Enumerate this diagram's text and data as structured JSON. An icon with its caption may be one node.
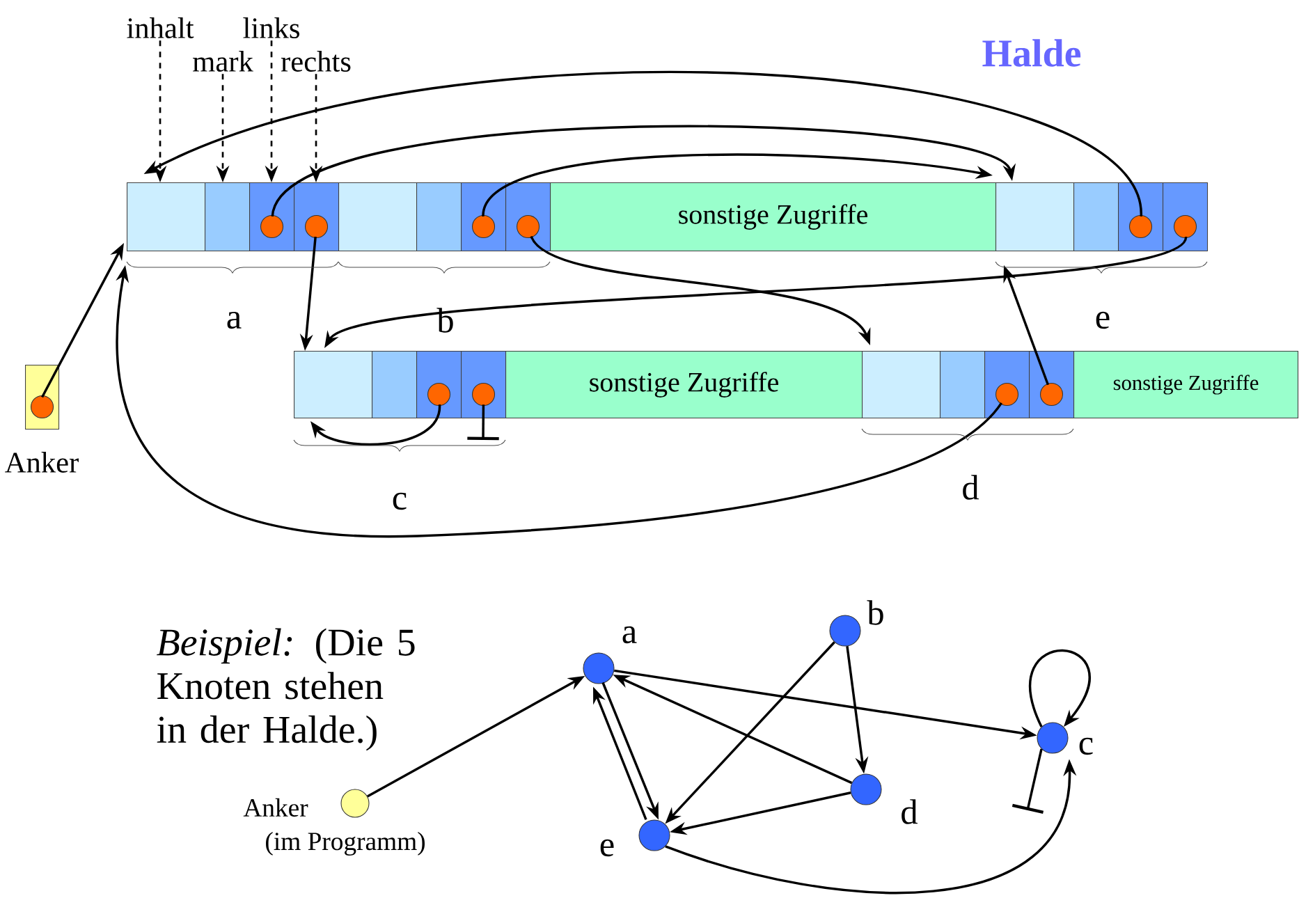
{
  "diagram": {
    "title": "Halde",
    "nodes": [
      {
        "text": [
          "inhalt"
        ]
      },
      {
        "text": [
          "mark"
        ]
      },
      {
        "text": [
          "links"
        ]
      },
      {
        "text": [
          "rechts"
        ]
      },
      {
        "text": [],
        "shape": "box"
      },
      {
        "text": [],
        "shape": "box"
      },
      {
        "text": [],
        "shape": "box"
      },
      {
        "text": [],
        "shape": "box"
      },
      {
        "text": [],
        "shape": "box"
      },
      {
        "text": [],
        "shape": "box"
      },
      {
        "text": [],
        "shape": "box"
      },
      {
        "text": [],
        "shape": "box"
      },
      {
        "text": [
          "sonstige Zugriffe"
        ]
      },
      {
        "text": [],
        "shape": "box"
      },
      {
        "text": [],
        "shape": "box"
      },
      {
        "text": [],
        "shape": "box"
      },
      {
        "text": [],
        "shape": "box"
      },
      {
        "text": [],
        "shape": "box",
        "beside": [
          "Anker"
        ]
      },
      {
        "text": [],
        "shape": "box"
      },
      {
        "text": [],
        "shape": "box"
      },
      {
        "text": [],
        "shape": "box"
      },
      {
        "text": [],
        "shape": "box"
      },
      {
        "text": [
          "sonstige Zugriffe"
        ]
      },
      {
        "text": [],
        "shape": "box"
      },
      {
        "text": [],
        "shape": "box"
      },
      {
        "text": [],
        "shape": "box"
      },
      {
        "text": [],
        "shape": "box"
      },
      {
        "text": [
          "sonstige Zugriffe"
        ]
      },
      {
        "text": [],
        "shape": "circle",
        "beside": [
          "a"
        ]
      },
      {
        "text": [],
        "shape": "circle",
        "beside": [
          "b"
        ]
      },
      {
        "text": [],
        "shape": "circle",
        "beside": [
          "c"
        ]
      },
      {
        "text": [],
        "shape": "circle",
        "beside": [
          "d"
        ]
      },
      {
        "text": [],
        "shape": "circle",
        "beside": [
          "e"
        ]
      },
      {
        "text": [],
        "shape": "circle",
        "beside": [
          "Anker",
          "(im Programm)"
        ]
      }
    ],
    "edges": [
      {
        "from": 0,
        "to": 4,
        "arrow": "to",
        "style": "dashed"
      },
      {
        "from": 1,
        "to": 5,
        "arrow": "to",
        "style": "dashed"
      },
      {
        "from": 2,
        "to": 6,
        "arrow": "to",
        "style": "dashed"
      },
      {
        "from": 3,
        "to": 7,
        "arrow": "to",
        "style": "dashed"
      },
      {
        "from": 6,
        "to": 13,
        "arrow": "to"
      },
      {
        "from": 7,
        "to": 18,
        "arrow": "to"
      },
      {
        "from": 10,
        "to": 13,
        "arrow": "to"
      },
      {
        "from": 11,
        "to": 23,
        "arrow": "to"
      },
      {
        "from": 15,
        "to": 4,
        "arrow": "to"
      },
      {
        "from": 16,
        "to": 18,
        "arrow": "to"
      },
      {
        "from": 20,
        "to": 18,
        "arrow": "to"
      },
      {
        "from": 21,
        "to": null,
        "arrow": "other"
      },
      {
        "from": 25,
        "to": 4,
        "arrow": "to"
      },
      {
        "from": 26,
        "to": 13,
        "arrow": "to"
      },
      {
        "from": 17,
        "to": 4,
        "arrow": "to"
      },
      {
        "from": 33,
        "to": 28,
        "arrow": "to"
      },
      {
        "from": 28,
        "to": 32,
        "arrow": "to"
      },
      {
        "from": 32,
        "to": 28,
        "arrow": "to"
      },
      {
        "from": 28,
        "to": 30,
        "arrow": "to"
      },
      {
        "from": 29,
        "to": 32,
        "arrow": "to"
      },
      {
        "from": 29,
        "to": 31,
        "arrow": "to"
      },
      {
        "from": 31,
        "to": 28,
        "arrow": "to"
      },
      {
        "from": 31,
        "to": 32,
        "arrow": "to"
      },
      {
        "from": 32,
        "to": 30,
        "arrow": "to"
      },
      {
        "from": 30,
        "to": 30,
        "arrow": "to"
      },
      {
        "from": 30,
        "to": null,
        "arrow": "other"
      }
    ],
    "labels": [
      "a",
      "b",
      "e",
      "d",
      "c",
      "*Beispiel:* (Die 5 Knoten stehen in der Halde.)"
    ]
  }
}
